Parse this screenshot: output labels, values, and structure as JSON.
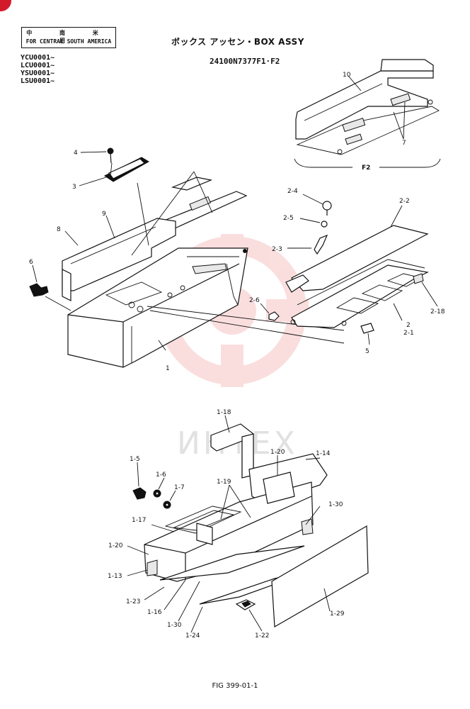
{
  "header": {
    "region_cjk": "中 南 米 用",
    "region_en": "FOR CENTRAL SOUTH AMERICA",
    "title": "ボックス アッセン・BOX ASSY",
    "part_number": "24100N7377F1·F2",
    "serials": [
      "YCU0001~",
      "LCU0001~",
      "YSU0001~",
      "LSU0001~"
    ]
  },
  "figure_id": "FIG 399-01-1",
  "watermark": {
    "text": "ИНТЕХ",
    "color": "#f6c4c4"
  },
  "inset_label": "F2",
  "callouts": {
    "c10": "10",
    "c7": "7",
    "c4": "4",
    "c3": "3",
    "c9": "9",
    "c8": "8",
    "c6": "6",
    "c1": "1",
    "c2_4": "2-4",
    "c2_2": "2-2",
    "c2_5": "2-5",
    "c2_3": "2-3",
    "c2_6": "2-6",
    "c2_18": "2-18",
    "c2": "2",
    "c2_1": "2-1",
    "c5": "5",
    "c1_18": "1-18",
    "c1_20a": "1-20",
    "c1_14": "1-14",
    "c1_5": "1-5",
    "c1_6": "1-6",
    "c1_7": "1-7",
    "c1_19": "1-19",
    "c1_30a": "1-30",
    "c1_17": "1-17",
    "c1_20b": "1-20",
    "c1_13": "1-13",
    "c1_23": "1-23",
    "c1_16": "1-16",
    "c1_30b": "1-30",
    "c1_24": "1-24",
    "c1_22": "1-22",
    "c1_29": "1-29"
  }
}
